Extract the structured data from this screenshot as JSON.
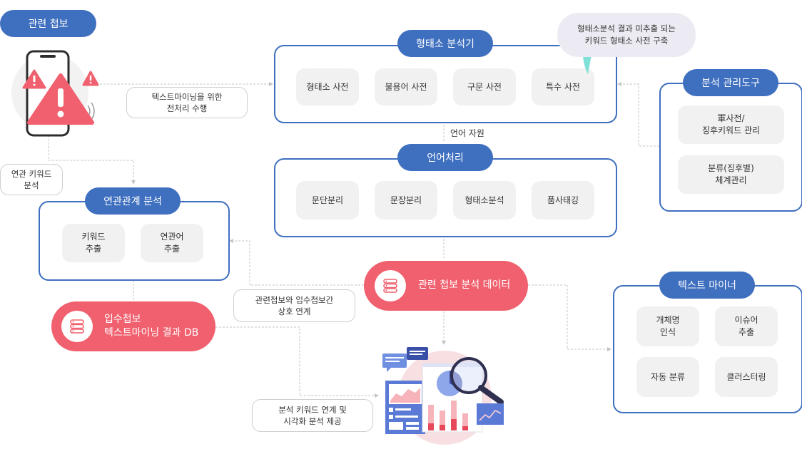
{
  "colors": {
    "blue": "#3f6fbf",
    "red": "#f0606e",
    "chip_bg": "#f1f1f1",
    "bubble_bg": "#ecebf3",
    "bubble_tail": "#7fe0d8"
  },
  "related_intel": {
    "title": "관련 첩보"
  },
  "morph_analyzer": {
    "title": "형태소 분석기",
    "chips": [
      "형태소 사전",
      "불용어 사전",
      "구문 사전",
      "특수 사전"
    ]
  },
  "bubble_note": "형태소분석 결과 미추출 되는\n키워드  형태소 사전 구축",
  "mgmt_tool": {
    "title": "분석 관리도구",
    "chips": [
      "軍사전/\n징후키워드 관리",
      "분류(징후별)\n체계관리"
    ]
  },
  "lang_resource": "언어 자원",
  "lang_processing": {
    "title": "언어처리",
    "chips": [
      "문단분리",
      "문장분리",
      "형태소분석",
      "품사태깅"
    ]
  },
  "assoc_analysis": {
    "title": "연관관계 분석",
    "chips": [
      "키워드\n추출",
      "연관어\n추출"
    ]
  },
  "text_miner": {
    "title": "텍스트 마이너",
    "chips": [
      "개체명\n인식",
      "이슈어\n추출",
      "자동 분류",
      "클러스터링"
    ]
  },
  "notes": {
    "preprocess": "텍스트마이닝을 위한\n전처리 수행",
    "related_keyword": "연관 키워드\n분석",
    "link": "관련첩보와 입수첩보간\n상호 연계",
    "visual": "분석 키워드 연계 및\n시각화 분석 제공"
  },
  "intel_data": {
    "label": "관련 첩보 분석 데이터",
    "icon": "database-icon"
  },
  "intake_db": {
    "label": "입수첩보\n텍스트마이닝 결과 DB",
    "icon": "database-icon"
  }
}
